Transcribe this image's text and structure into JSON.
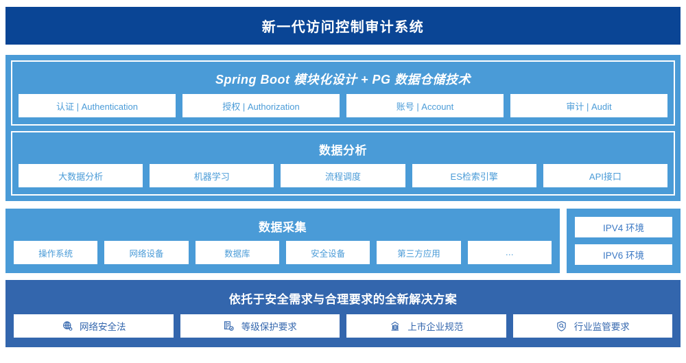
{
  "header": {
    "title": "新一代访问控制审计系统"
  },
  "application_layer": {
    "platform": {
      "title": "Spring Boot 模块化设计 + PG 数据仓储技术",
      "cards": [
        "认证 | Authentication",
        "授权 | Authorization",
        "账号 | Account",
        "审计 | Audit"
      ]
    },
    "analytics": {
      "title": "数据分析",
      "cards": [
        "大数据分析",
        "机器学习",
        "流程调度",
        "ES检索引擎",
        "API接口"
      ]
    }
  },
  "collection_layer": {
    "title": "数据采集",
    "cards": [
      "操作系统",
      "网络设备",
      "数据库",
      "安全设备",
      "第三方应用",
      "…"
    ],
    "environments": [
      "IPV4 环境",
      "IPV6 环境"
    ]
  },
  "compliance_layer": {
    "title": "依托于安全需求与合理要求的全新解决方案",
    "cards": [
      {
        "label": "网络安全法",
        "icon": "globe-icon"
      },
      {
        "label": "等级保护要求",
        "icon": "checklist-document-icon"
      },
      {
        "label": "上市企业规范",
        "icon": "bank-building-icon"
      },
      {
        "label": "行业监管要求",
        "icon": "shield-search-icon"
      }
    ]
  },
  "colors": {
    "header_navy": "#0a4595",
    "band_blue": "#4a9bd7",
    "bottom_blue": "#3366ad",
    "card_white": "#ffffff",
    "card_text": "#4a9bd7"
  }
}
